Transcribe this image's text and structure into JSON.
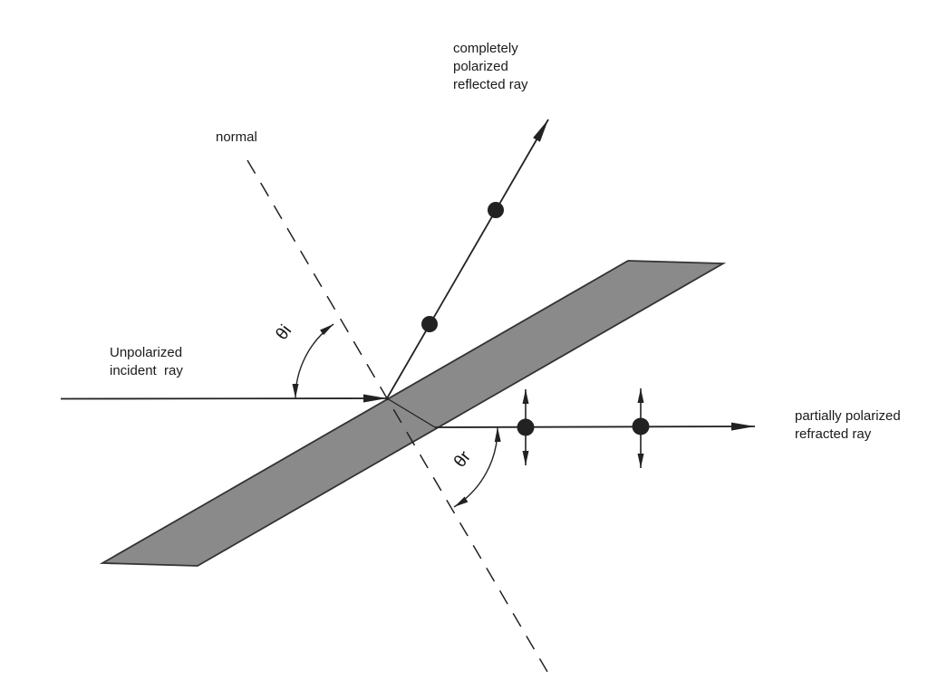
{
  "labels": {
    "reflected_ray": "completely\npolarized\nreflected ray",
    "normal": "normal",
    "incident_ray": "Unpolarized\nincident  ray",
    "refracted_ray": "partially polarized\nrefracted ray",
    "theta_i": "θi",
    "theta_r": "θr"
  },
  "colors": {
    "ink": "#222222",
    "slab_fill": "#8a8a8a",
    "slab_stroke": "#333333",
    "text": "#1a1a1a"
  }
}
